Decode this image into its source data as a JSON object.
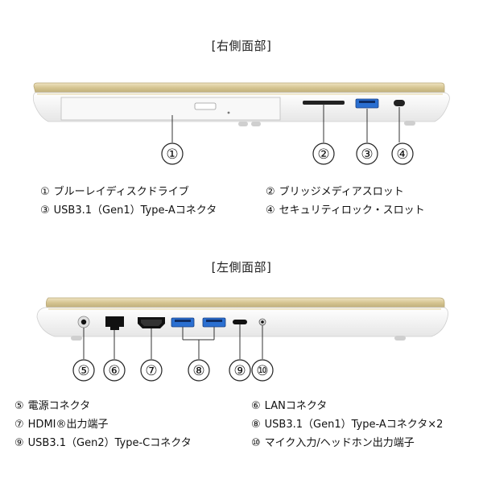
{
  "right": {
    "title": "[右側面部]",
    "callouts": [
      "①",
      "②",
      "③",
      "④"
    ],
    "items": [
      {
        "num": "①",
        "text": "ブルーレイディスクドライブ"
      },
      {
        "num": "②",
        "text": "ブリッジメディアスロット"
      },
      {
        "num": "③",
        "text": "USB3.1（Gen1）Type-Aコネクタ"
      },
      {
        "num": "④",
        "text": "セキュリティロック・スロット"
      }
    ]
  },
  "left": {
    "title": "[左側面部]",
    "callouts": [
      "⑤",
      "⑥",
      "⑦",
      "⑧",
      "⑨",
      "⑩"
    ],
    "items": [
      {
        "num": "⑤",
        "text": "電源コネクタ"
      },
      {
        "num": "⑥",
        "text": "LANコネクタ"
      },
      {
        "num": "⑦",
        "text": "HDMI®出力端子"
      },
      {
        "num": "⑧",
        "text": "USB3.1（Gen1）Type-Aコネクタ×2"
      },
      {
        "num": "⑨",
        "text": "USB3.1（Gen2）Type-Cコネクタ"
      },
      {
        "num": "⑩",
        "text": "マイク入力/ヘッドホン出力端子"
      }
    ]
  },
  "colors": {
    "lid_gold": "#d8c99a",
    "body_white": "#f4f4f4",
    "usb_blue": "#2a6fd1"
  }
}
